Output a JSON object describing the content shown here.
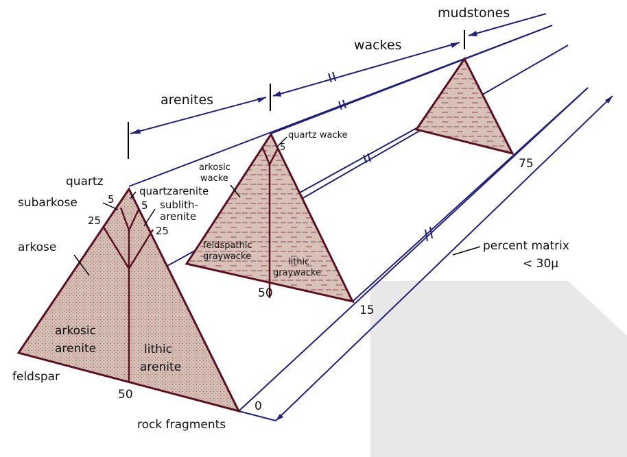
{
  "diagram": {
    "colors": {
      "line": "#1f1f7a",
      "triangle_edge": "#5a1020",
      "fill": "#d8c2b8",
      "stipple": "#8a5a5a",
      "brick": "#9a5a6a",
      "background_box": "#e8e8e8"
    },
    "range_labels": {
      "mudstones": "mudstones",
      "wackes": "wackes",
      "arenites": "arenites"
    },
    "axis": {
      "percent_matrix": "percent matrix",
      "grain_size": "< 30μ",
      "ticks": [
        "0",
        "15",
        "75"
      ]
    },
    "arenite_triangle": {
      "vertices": {
        "top": "quartz",
        "left": "feldspar",
        "right": "rock fragments"
      },
      "side_labels": [
        "subarkose",
        "arkose"
      ],
      "fields": {
        "quartzarenite": "quartzarenite",
        "sublitharenite_1": "sublith-",
        "sublitharenite_2": "arenite",
        "arkosic_1": "arkosic",
        "arkosic_2": "arenite",
        "lithic_1": "lithic",
        "lithic_2": "arenite"
      },
      "percent_labels": {
        "q5_left": "5",
        "q5_right": "5",
        "q25_left": "25",
        "q25_right": "25",
        "base_50": "50"
      }
    },
    "wacke_triangle": {
      "fields": {
        "quartz_wacke": "quartz wacke",
        "arkosic_wacke_1": "arkosic",
        "arkosic_wacke_2": "wacke",
        "feldspathic_1": "feldspathic",
        "feldspathic_2": "graywacke",
        "lithic_1": "lithic",
        "lithic_2": "graywacke"
      },
      "percent_labels": {
        "q5": "5",
        "base_50": "50"
      }
    }
  }
}
